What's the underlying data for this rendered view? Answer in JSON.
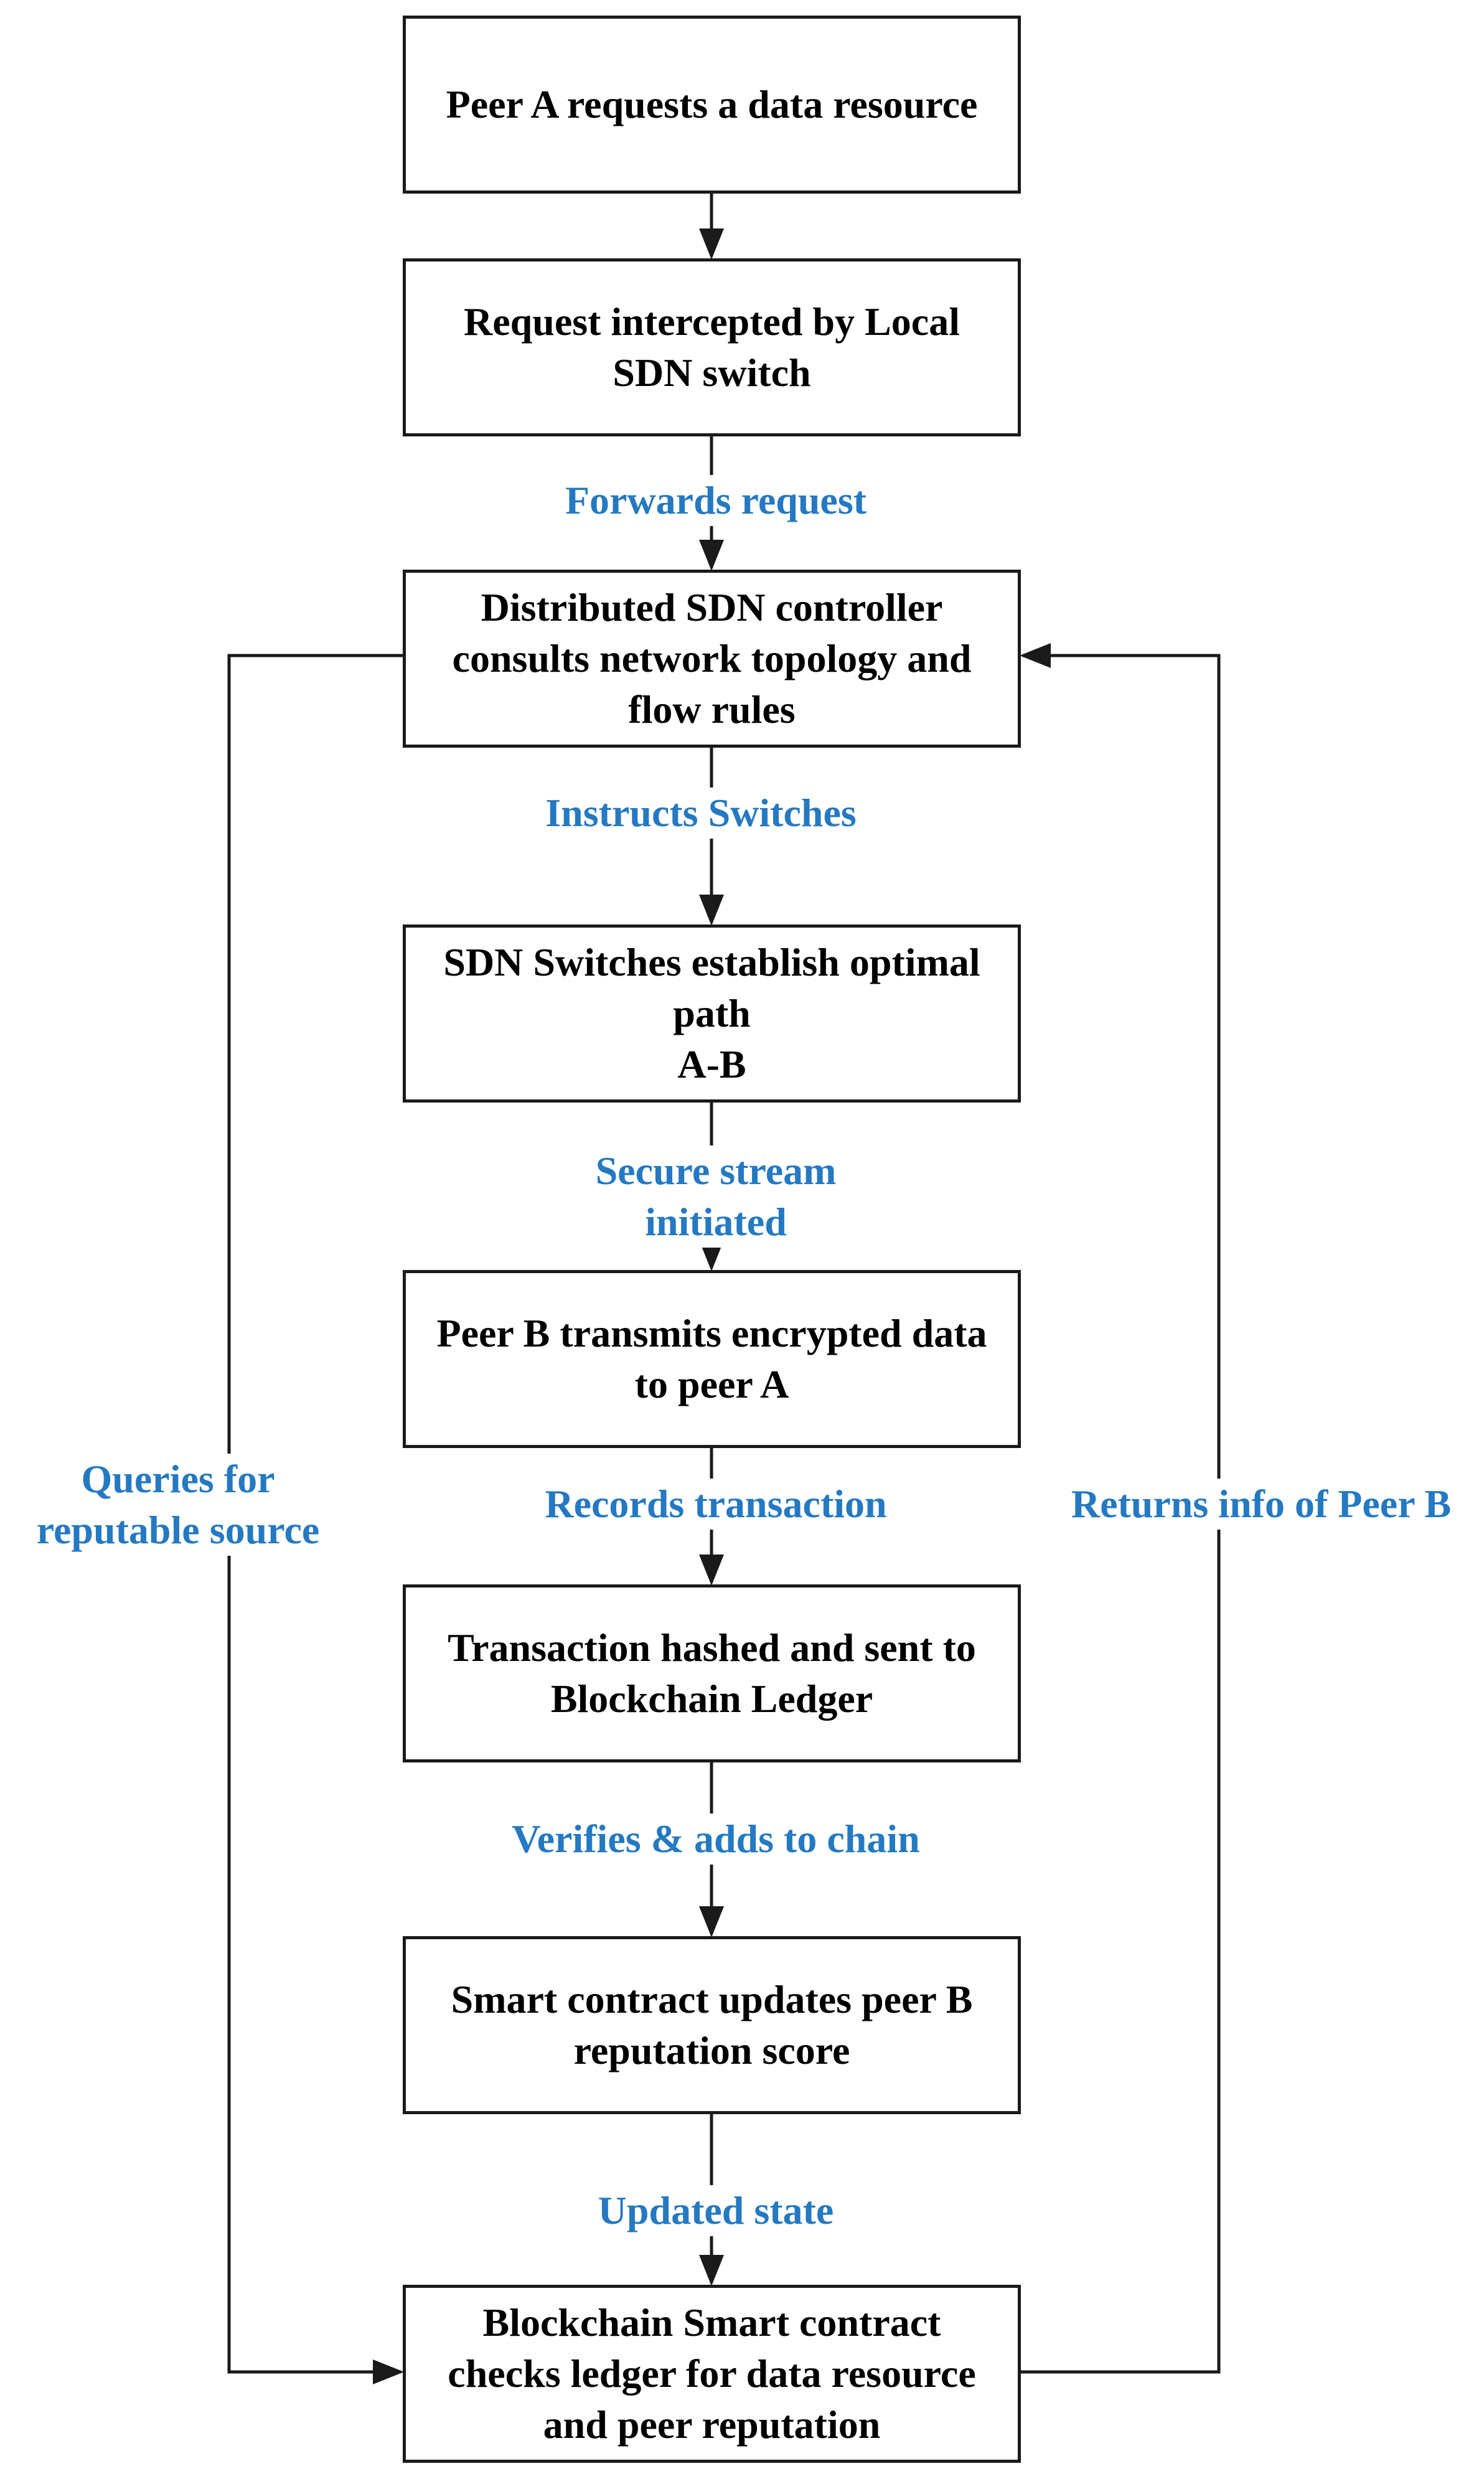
{
  "colors": {
    "label_color": "#2479c2",
    "line_color": "#1a1a1a"
  },
  "nodes": [
    {
      "id": "peer-a-request",
      "text": "Peer A requests a data resource"
    },
    {
      "id": "sdn-switch-intercept",
      "text": "Request intercepted by Local\nSDN switch"
    },
    {
      "id": "sdn-controller",
      "text": "Distributed SDN controller\nconsults network topology and\nflow rules"
    },
    {
      "id": "optimal-path",
      "text": "SDN Switches establish optimal\npath\nA-B"
    },
    {
      "id": "peer-b-transmit",
      "text": "Peer B transmits encrypted data\nto peer A"
    },
    {
      "id": "transaction-hashed",
      "text": "Transaction hashed and sent to\nBlockchain Ledger"
    },
    {
      "id": "smart-contract-update",
      "text": "Smart contract updates peer B\nreputation score"
    },
    {
      "id": "ledger-check",
      "text": "Blockchain Smart contract\nchecks ledger for data resource\nand peer reputation"
    }
  ],
  "edge_labels": {
    "forwards_request": "Forwards request",
    "instructs_switches": "Instructs Switches",
    "secure_stream": "Secure stream\ninitiated",
    "records_transaction": "Records transaction",
    "verifies_adds": "Verifies & adds to chain",
    "updated_state": "Updated state",
    "queries_source": "Queries for\nreputable source",
    "returns_info": "Returns info of Peer B"
  }
}
